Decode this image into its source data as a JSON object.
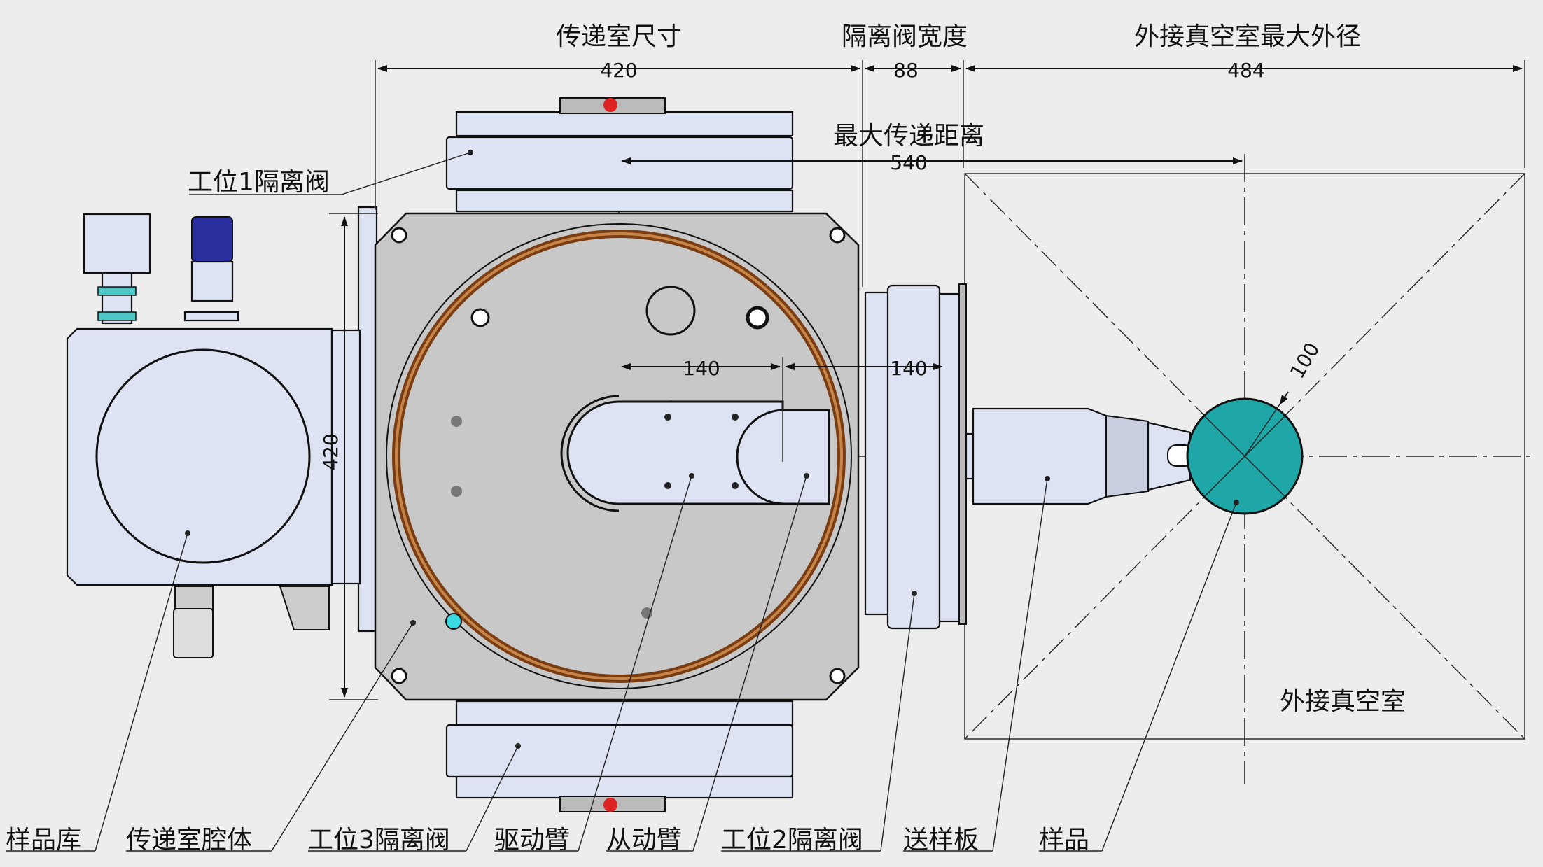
{
  "labels": {
    "transfer_chamber_size": "传递室尺寸",
    "isolation_valve_width": "隔离阀宽度",
    "ext_chamber_max_od": "外接真空室最大外径",
    "max_transfer_distance": "最大传递距离",
    "station1_valve": "工位1隔离阀",
    "external_chamber": "外接真空室",
    "sample_library": "样品库",
    "transfer_chamber_body": "传递室腔体",
    "station3_valve": "工位3隔离阀",
    "drive_arm": "驱动臂",
    "driven_arm": "从动臂",
    "station2_valve": "工位2隔离阀",
    "sample_plate": "送样板",
    "sample": "样品"
  },
  "dimensions": {
    "chamber_width": "420",
    "valve_width": "88",
    "ext_chamber_od": "484",
    "max_distance": "540",
    "chamber_height": "420",
    "arm1_length": "140",
    "arm2_length": "140",
    "sample_diameter": "100"
  },
  "colors": {
    "background": "#ededed",
    "chamber_body": "#c8c8c8",
    "component": "#dde3f2",
    "seal_ring": "#a0612b",
    "sample": "#1fa6a6"
  }
}
